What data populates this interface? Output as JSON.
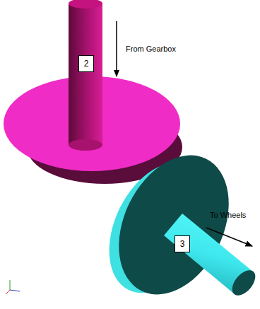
{
  "diagram": {
    "nodes": [
      {
        "text": [
          "2"
        ]
      },
      {
        "text": [
          "3"
        ]
      }
    ],
    "labels": [
      "From Gearbox",
      "To Wheels"
    ]
  }
}
